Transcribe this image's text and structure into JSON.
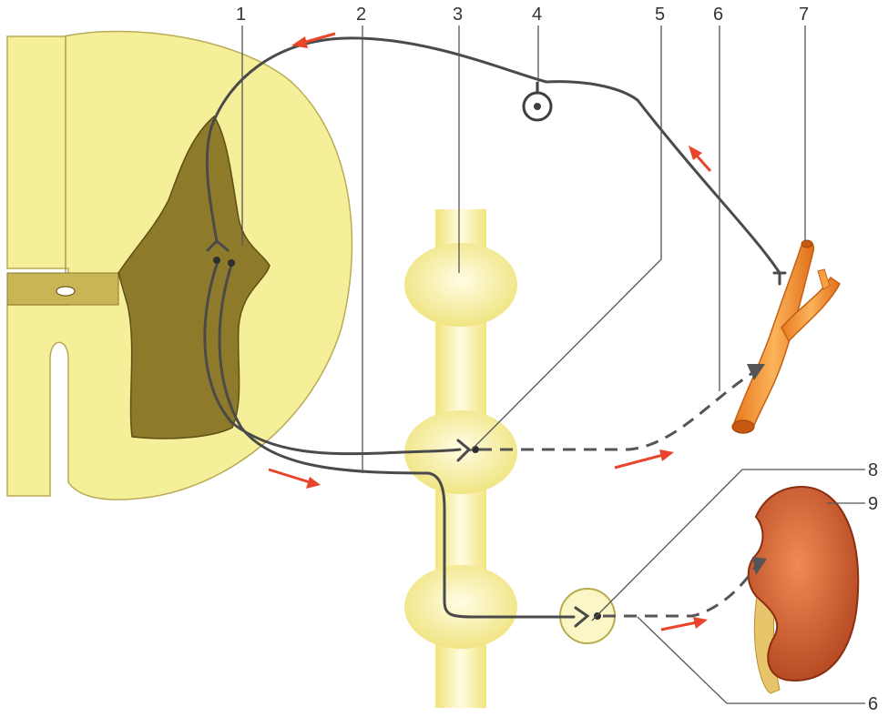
{
  "labels": {
    "l1": "1",
    "l2": "2",
    "l3": "3",
    "l4": "4",
    "l5": "5",
    "l6_top": "6",
    "l7": "7",
    "l8": "8",
    "l9": "9",
    "l6_bottom": "6"
  },
  "colors": {
    "spinal_cord": "#f6ef9a",
    "gray_matter": "#8e7a2b",
    "sympathetic_trunk": "#f7ef9c",
    "nerve_fiber": "#4a4a4a",
    "direction_arrow": "#e8452b",
    "blood_vessel": "#f0902c",
    "kidney": "#c4552c",
    "leader_line": "#555555"
  }
}
